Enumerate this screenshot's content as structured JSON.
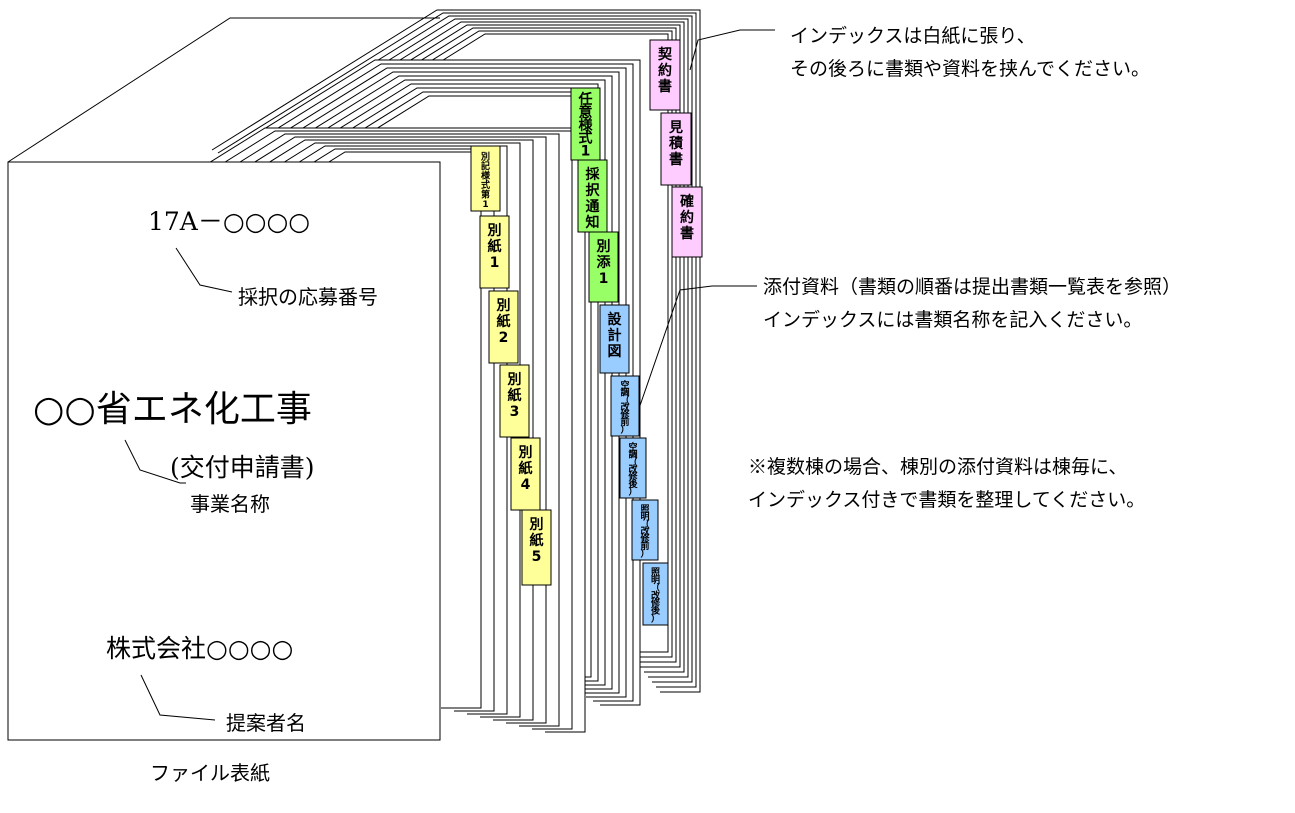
{
  "cover": {
    "number": "17A－○○○○",
    "number_label": "採択の応募番号",
    "title": "○○省エネ化工事",
    "subtitle": "(交付申請書)",
    "title_label": "事業名称",
    "company": "株式会社○○○○",
    "company_label": "提案者名",
    "caption": "ファイル表紙"
  },
  "notes": [
    {
      "lines": [
        "インデックスは白紙に張り、",
        "その後ろに書類や資料を挟んでください。"
      ]
    },
    {
      "lines": [
        "添付資料（書類の順番は提出書類一覧表を参照）",
        "インデックスには書類名称を記入ください。"
      ]
    },
    {
      "lines": [
        "※複数棟の場合、棟別の添付資料は棟毎に、",
        "インデックス付きで書類を整理してください。"
      ]
    }
  ],
  "tabs": [
    {
      "label": "別記様式第1",
      "color": "#ffff99",
      "small": true
    },
    {
      "label": "別紙1",
      "color": "#ffff99"
    },
    {
      "label": "別紙2",
      "color": "#ffff99"
    },
    {
      "label": "別紙3",
      "color": "#ffff99"
    },
    {
      "label": "別紙4",
      "color": "#ffff99"
    },
    {
      "label": "別紙5",
      "color": "#ffff99"
    },
    {
      "label": "任意様式1",
      "color": "#99ff66"
    },
    {
      "label": "採択通知",
      "color": "#99ff66"
    },
    {
      "label": "別添1",
      "color": "#99ff66"
    },
    {
      "label": "設計図",
      "color": "#99ccff"
    },
    {
      "label": "空調（改修前）",
      "color": "#99ccff",
      "small": true
    },
    {
      "label": "空調（改修後）",
      "color": "#99ccff",
      "small": true
    },
    {
      "label": "照明（改修前）",
      "color": "#99ccff",
      "small": true
    },
    {
      "label": "照明（改修後）",
      "color": "#99ccff",
      "small": true
    },
    {
      "label": "契約書",
      "color": "#ffccff"
    },
    {
      "label": "見積書",
      "color": "#ffccff"
    },
    {
      "label": "確約書",
      "color": "#ffccff"
    }
  ]
}
